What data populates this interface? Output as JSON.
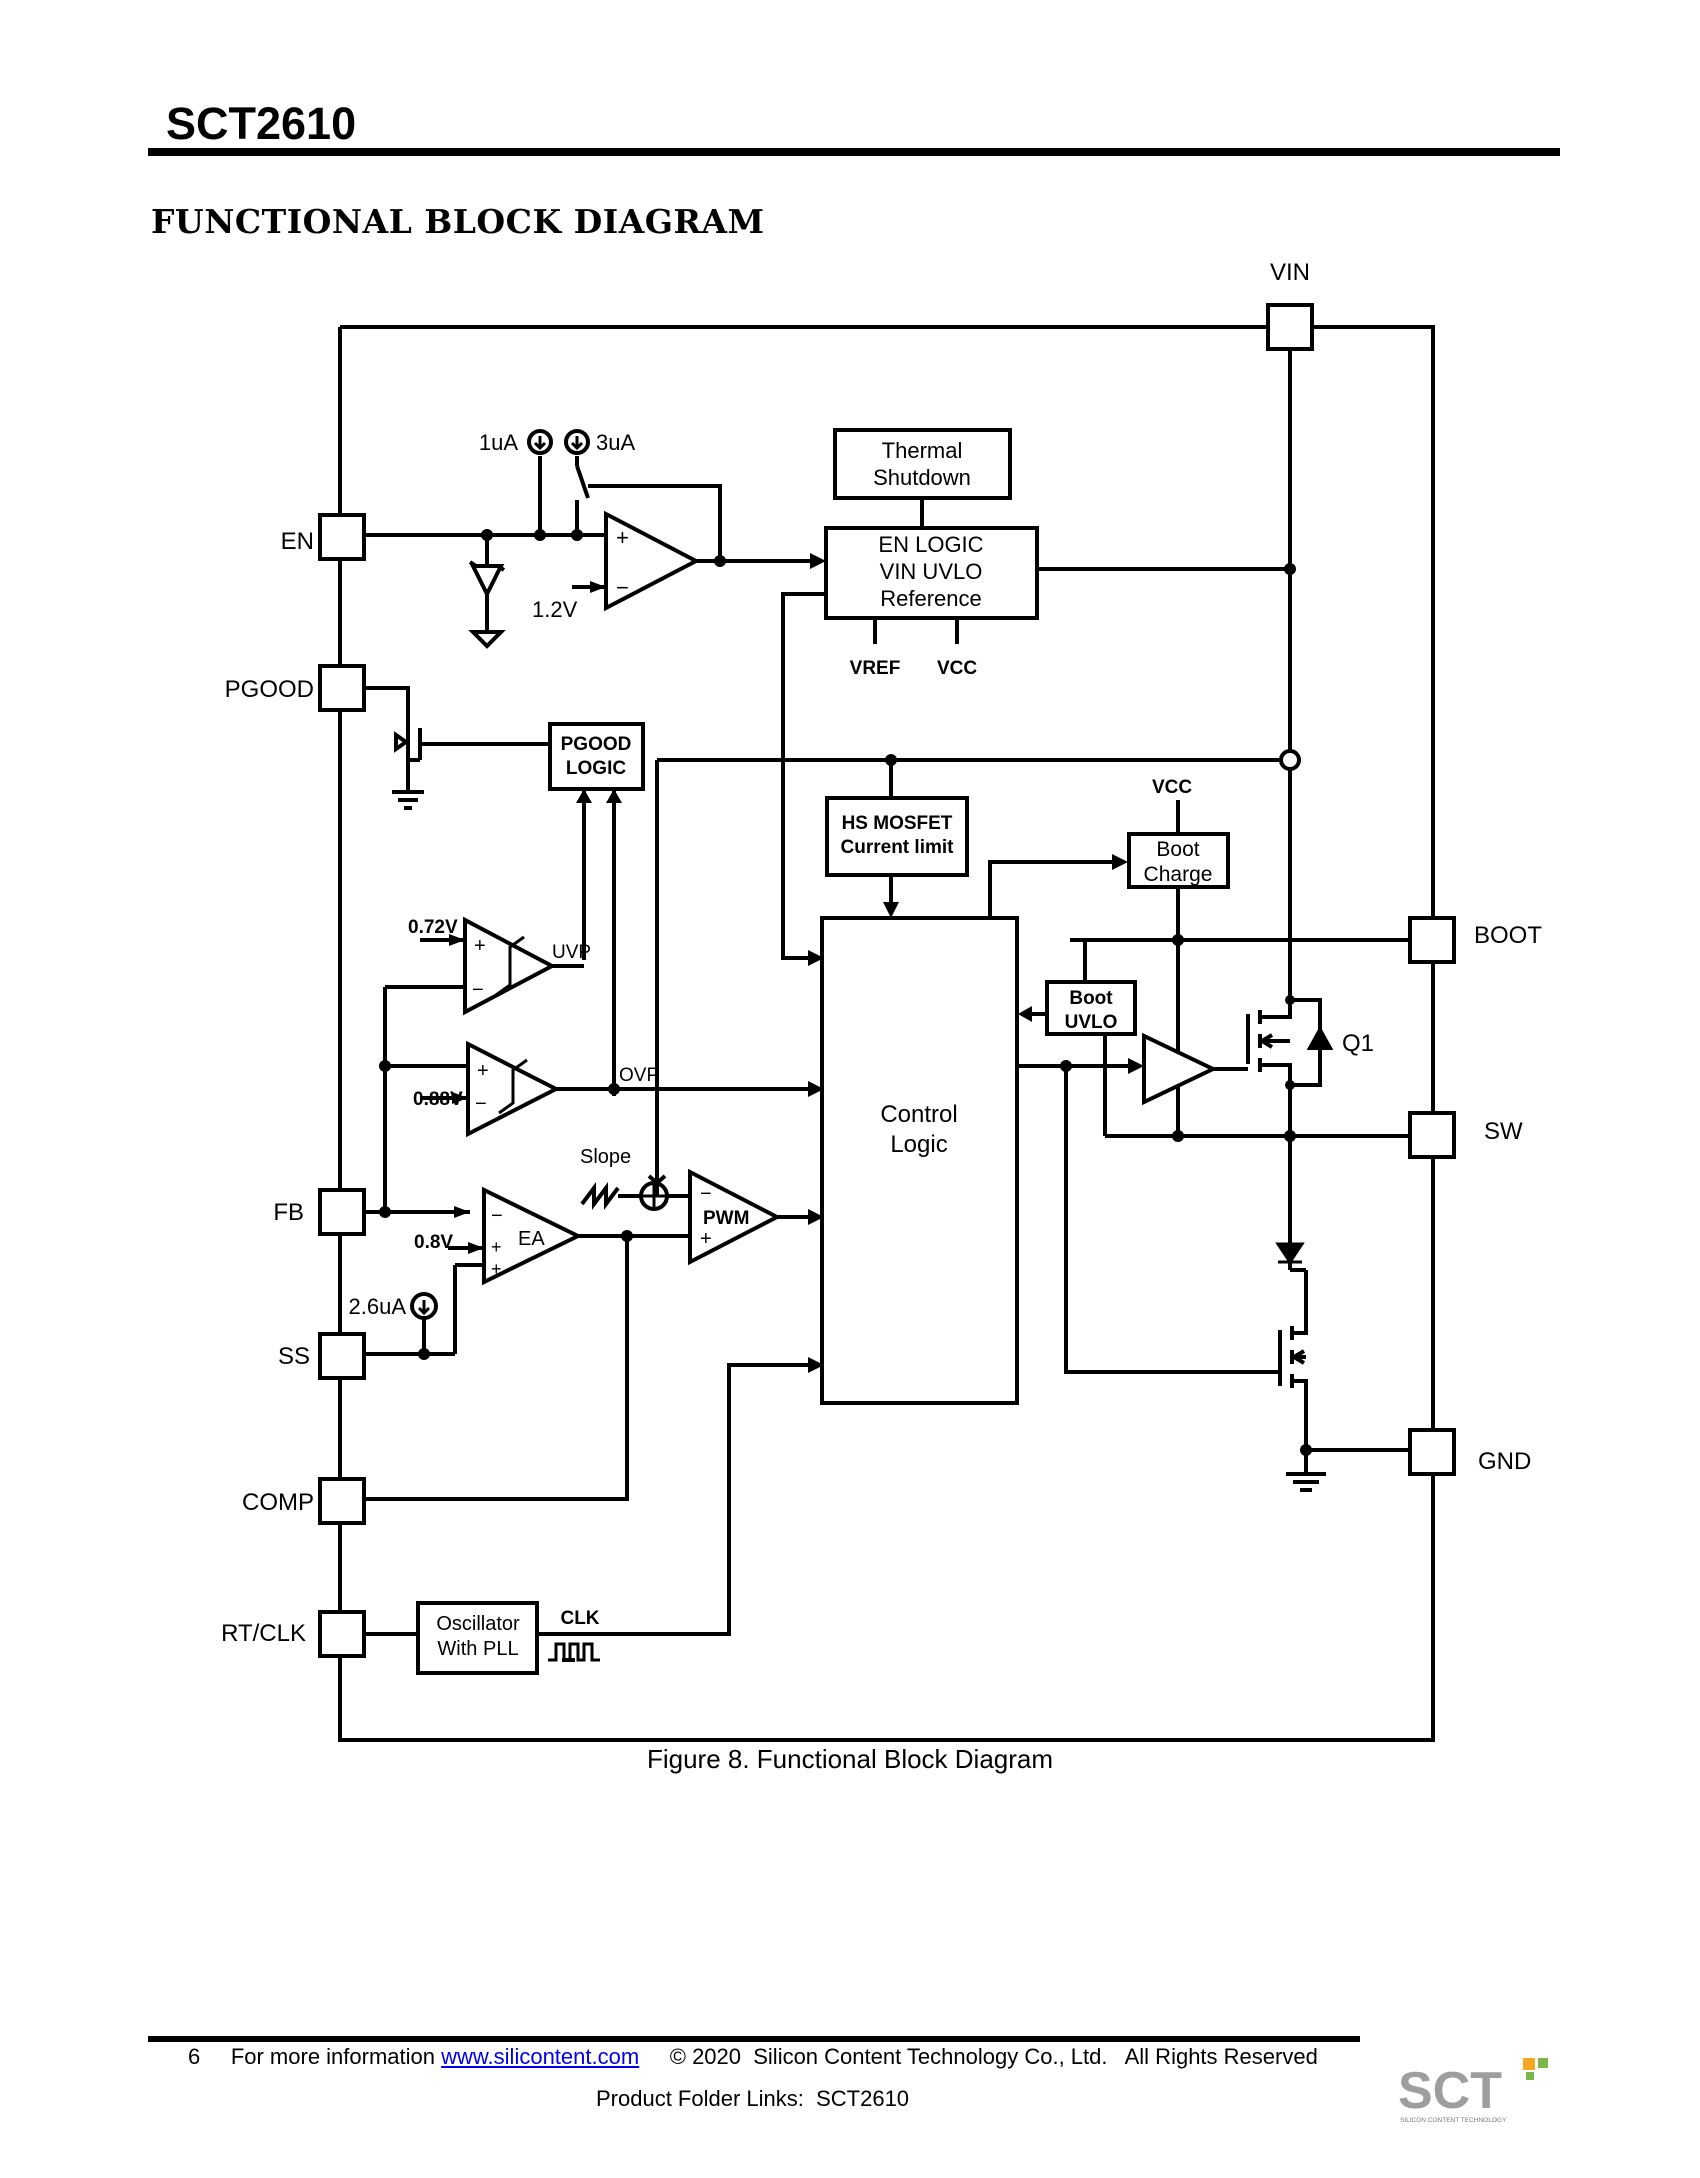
{
  "header": {
    "part_number": "SCT2610"
  },
  "section": {
    "title": "FUNCTIONAL BLOCK DIAGRAM"
  },
  "diagram": {
    "pins": {
      "vin": "VIN",
      "en": "EN",
      "pgood": "PGOOD",
      "fb": "FB",
      "ss": "SS",
      "comp": "COMP",
      "rt_clk": "RT/CLK",
      "boot": "BOOT",
      "sw": "SW",
      "gnd": "GND"
    },
    "blocks": {
      "thermal_line1": "Thermal",
      "thermal_line2": "Shutdown",
      "en_line1": "EN LOGIC",
      "en_line2": "VIN UVLO",
      "en_line3": "Reference",
      "vref": "VREF",
      "vcc_ref": "VCC",
      "pgood_line1": "PGOOD",
      "pgood_line2": "LOGIC",
      "hs_line1": "HS MOSFET",
      "hs_line2": "Current limit",
      "boot_vcc": "VCC",
      "bootcharge_line1": "Boot",
      "bootcharge_line2": "Charge",
      "bootuvlo_line1": "Boot",
      "bootuvlo_line2": "UVLO",
      "control_line1": "Control",
      "control_line2": "Logic",
      "osc_line1": "Oscillator",
      "osc_line2": "With PLL",
      "clk": "CLK"
    },
    "labels": {
      "i_1ua": "1uA",
      "i_3ua": "3uA",
      "v_1p2": "1.2V",
      "v_0p72": "0.72V",
      "uvp": "UVP",
      "v_0p88": "0.88V",
      "ovp": "OVP",
      "slope": "Slope",
      "pwm": "PWM",
      "v_0p8": "0.8V",
      "ea": "EA",
      "i_2p6ua": "2.6uA",
      "q1": "Q1",
      "plus": "+",
      "minus": "−"
    }
  },
  "caption": "Figure 8. Functional Block Diagram",
  "footer": {
    "page": "6",
    "info_prefix": "For more information ",
    "link": "www.silicontent.com",
    "copyright": "© 2020  Silicon Content Technology Co., Ltd.   All Rights Reserved",
    "product_links": "Product Folder Links:  SCT2610"
  },
  "logo": {
    "text": "SCT",
    "tagline": "SILICON CONTENT TECHNOLOGY",
    "colors": [
      "#f5a623",
      "#7ab648",
      "#9e9e9e"
    ]
  }
}
